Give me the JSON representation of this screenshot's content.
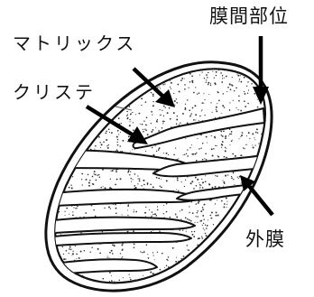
{
  "labels": {
    "matrix": "マトリックス",
    "cristae": "クリステ",
    "intermembrane_space": "膜間部位",
    "outer_membrane": "外膜"
  }
}
